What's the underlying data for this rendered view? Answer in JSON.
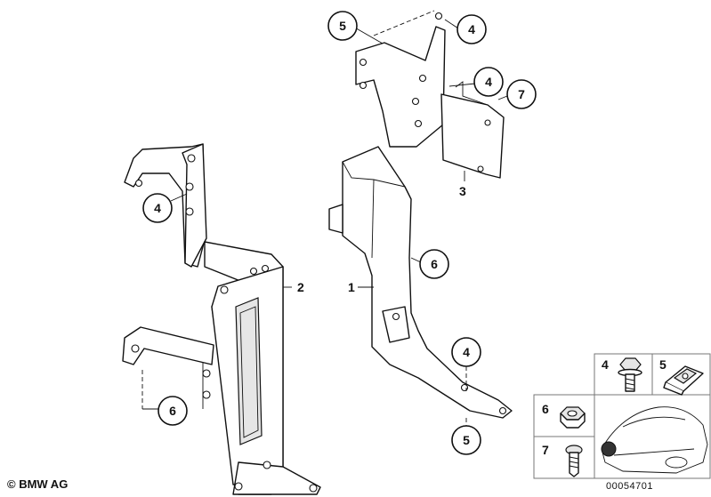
{
  "callouts": {
    "c_top_left_5": "5",
    "c_top_4": "4",
    "c_mid_4": "4",
    "c_top_7": "7",
    "c_left_4": "4",
    "c_center_6": "6",
    "c_left_6": "6",
    "c_bottom_4": "4",
    "c_bottom_5": "5"
  },
  "labels": {
    "part_1": "1",
    "part_2": "2",
    "part_3": "3"
  },
  "legend": {
    "item_4": "4",
    "item_5": "5",
    "item_6": "6",
    "item_7": "7"
  },
  "footer": {
    "copyright": "© BMW AG",
    "diagram_code": "00054701"
  }
}
